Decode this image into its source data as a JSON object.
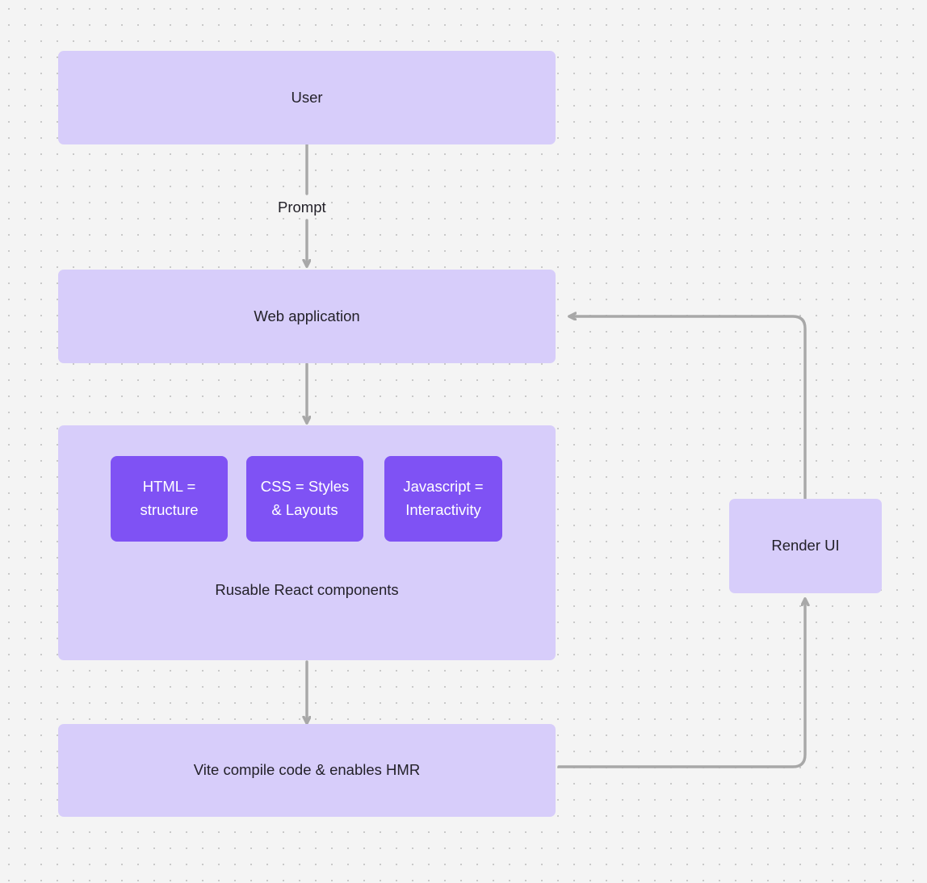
{
  "diagram": {
    "type": "flowchart",
    "background": "#f4f4f4",
    "grid": "dot-grid",
    "colors": {
      "node_fill": "#d7cdfa",
      "inner_node_fill": "#7f52f4",
      "node_text": "#232129",
      "inner_node_text": "#ffffff",
      "edge_stroke": "#a8a8a8",
      "grid_dot": "#c9c9c9"
    },
    "nodes": {
      "user": {
        "label": "User"
      },
      "web_application": {
        "label": "Web application"
      },
      "components_group": {
        "label": "Rusable React components"
      },
      "html_block": {
        "label": "HTML =\nstructure",
        "line1": "HTML =",
        "line2": "structure"
      },
      "css_block": {
        "label": "CSS = Styles\n& Layouts",
        "line1": "CSS = Styles",
        "line2": "& Layouts"
      },
      "javascript_block": {
        "label": "Javascript =\nInteractivity",
        "line1": "Javascript =",
        "line2": "Interactivity"
      },
      "vite": {
        "label": "Vite compile code & enables HMR"
      },
      "render_ui": {
        "label": "Render UI"
      }
    },
    "edges": [
      {
        "from": "user",
        "to": "web_application",
        "label": "Prompt",
        "direction": "down"
      },
      {
        "from": "web_application",
        "to": "components_group",
        "label": "",
        "direction": "down"
      },
      {
        "from": "components_group",
        "to": "vite",
        "label": "",
        "direction": "down"
      },
      {
        "from": "vite",
        "to": "render_ui",
        "label": "",
        "direction": "right-then-up"
      },
      {
        "from": "render_ui",
        "to": "web_application",
        "label": "",
        "direction": "up-then-left"
      }
    ]
  }
}
